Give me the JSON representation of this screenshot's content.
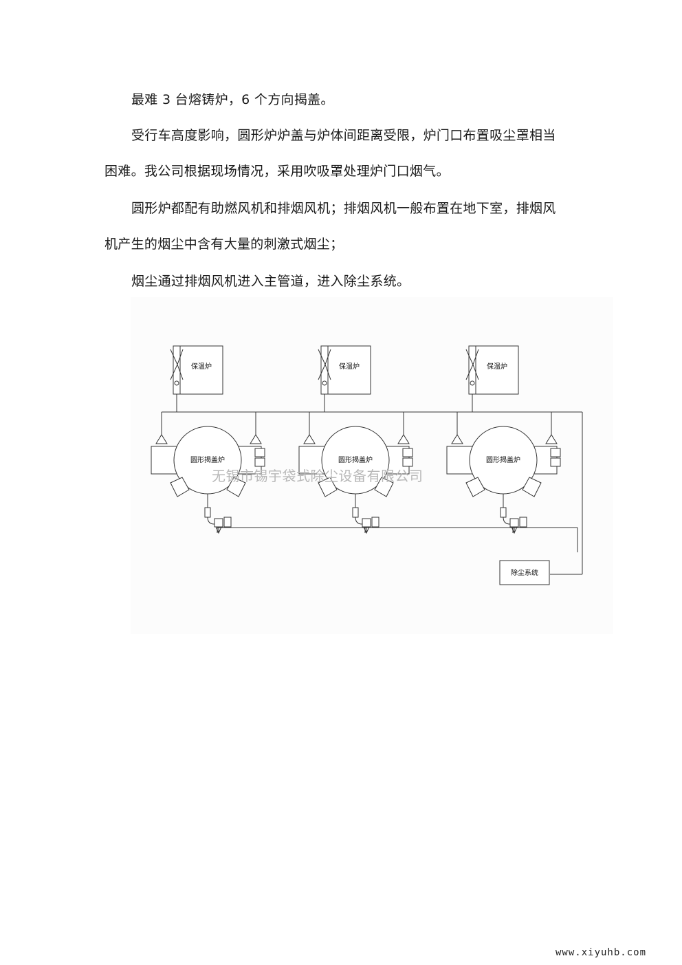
{
  "paragraphs": [
    {
      "lines": [
        "最难 3 台熔铸炉，6 个方向揭盖。"
      ]
    },
    {
      "lines": [
        "受行车高度影响，圆形炉炉盖与炉体间距离受限，炉门口布置吸尘罩相当",
        "困难。我公司根据现场情况，采用吹吸罩处理炉门口烟气。"
      ]
    },
    {
      "lines": [
        "圆形炉都配有助燃风机和排烟风机；排烟风机一般布置在地下室，排烟风",
        "机产生的烟尘中含有大量的刺激式烟尘；"
      ]
    },
    {
      "lines": [
        "烟尘通过排烟风机进入主管道，进入除尘系统。"
      ]
    }
  ],
  "diagram": {
    "holding_furnace_label": "保温炉",
    "round_furnace_label": "圆形揭盖炉",
    "dust_system_label": "除尘系统",
    "units": 3
  },
  "watermark": "无锡市锡宇袋式除尘设备有限公司",
  "site_url": "www.xiyuhb.com"
}
